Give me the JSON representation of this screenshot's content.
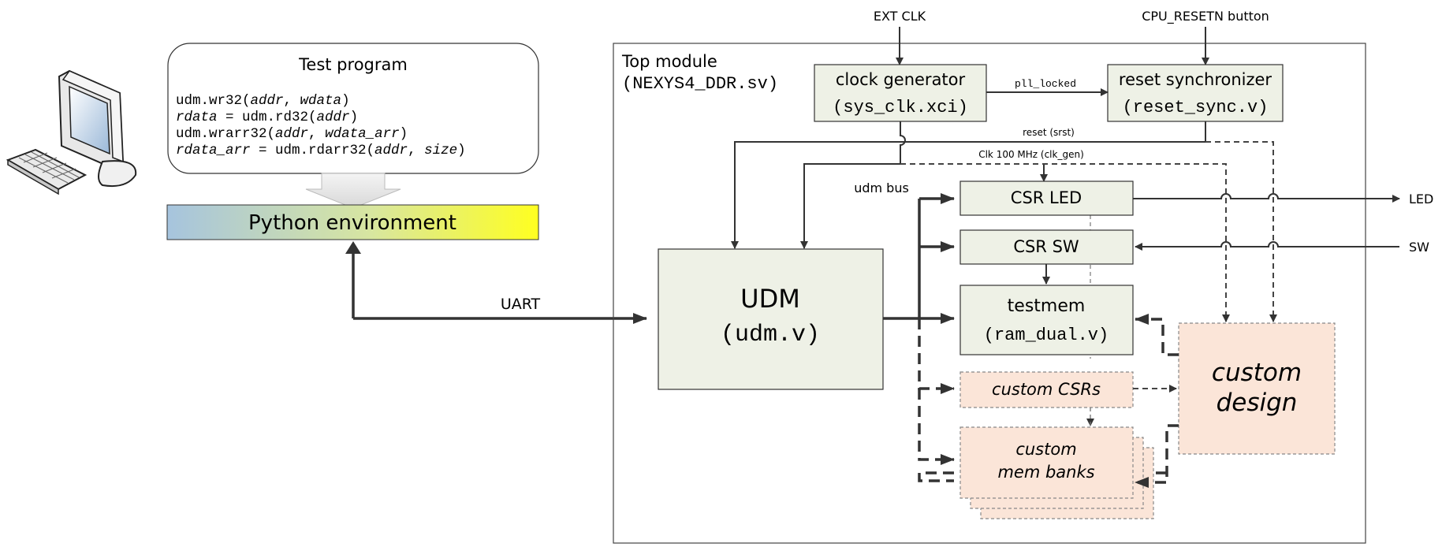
{
  "pc_label": "",
  "test_program": {
    "title": "Test program",
    "lines": [
      [
        {
          "t": "udm.wr32(",
          "i": false
        },
        {
          "t": "addr",
          "i": true
        },
        {
          "t": ", ",
          "i": false
        },
        {
          "t": "wdata",
          "i": true
        },
        {
          "t": ")",
          "i": false
        }
      ],
      [
        {
          "t": "rdata",
          "i": true
        },
        {
          "t": " = udm.rd32(",
          "i": false
        },
        {
          "t": "addr",
          "i": true
        },
        {
          "t": ")",
          "i": false
        }
      ],
      [
        {
          "t": "udm.wrarr32(",
          "i": false
        },
        {
          "t": "addr",
          "i": true
        },
        {
          "t": ", ",
          "i": false
        },
        {
          "t": "wdata_arr",
          "i": true
        },
        {
          "t": ")",
          "i": false
        }
      ],
      [
        {
          "t": "rdata_arr",
          "i": true
        },
        {
          "t": " = udm.rdarr32(",
          "i": false
        },
        {
          "t": "addr",
          "i": true
        },
        {
          "t": ", ",
          "i": false
        },
        {
          "t": "size",
          "i": true
        },
        {
          "t": ")",
          "i": false
        }
      ]
    ]
  },
  "python_env": "Python environment",
  "uart": "UART",
  "top_module": {
    "line1": "Top module",
    "line2": "(NEXYS4_DDR.sv)"
  },
  "ext_clk": "EXT CLK",
  "cpu_reset": "CPU_RESETN button",
  "clock_gen": {
    "title": "clock generator",
    "file": "(sys_clk.xci)"
  },
  "reset_sync": {
    "title": "reset synchronizer",
    "file": "(reset_sync.v)"
  },
  "pll_locked": "pll_locked",
  "reset_srst": "reset (srst)",
  "clk_100": "Clk 100 MHz (clk_gen)",
  "udm_bus": "udm bus",
  "csr_led": "CSR LED",
  "csr_sw": "CSR SW",
  "udm": {
    "title": "UDM",
    "file": "(udm.v)"
  },
  "testmem": {
    "title": "testmem",
    "file": "(ram_dual.v)"
  },
  "custom_csrs": "custom CSRs",
  "custom_mem": {
    "line1": "custom",
    "line2": "mem banks"
  },
  "custom_design": {
    "line1": "custom",
    "line2": "design"
  },
  "led": "LED",
  "sw": "SW",
  "colors": {
    "block_fill": "#eef1e6",
    "custom_fill": "#fbe5d8",
    "gradient": [
      "#a6c4de",
      "#ffff20"
    ],
    "line": "#333333"
  }
}
